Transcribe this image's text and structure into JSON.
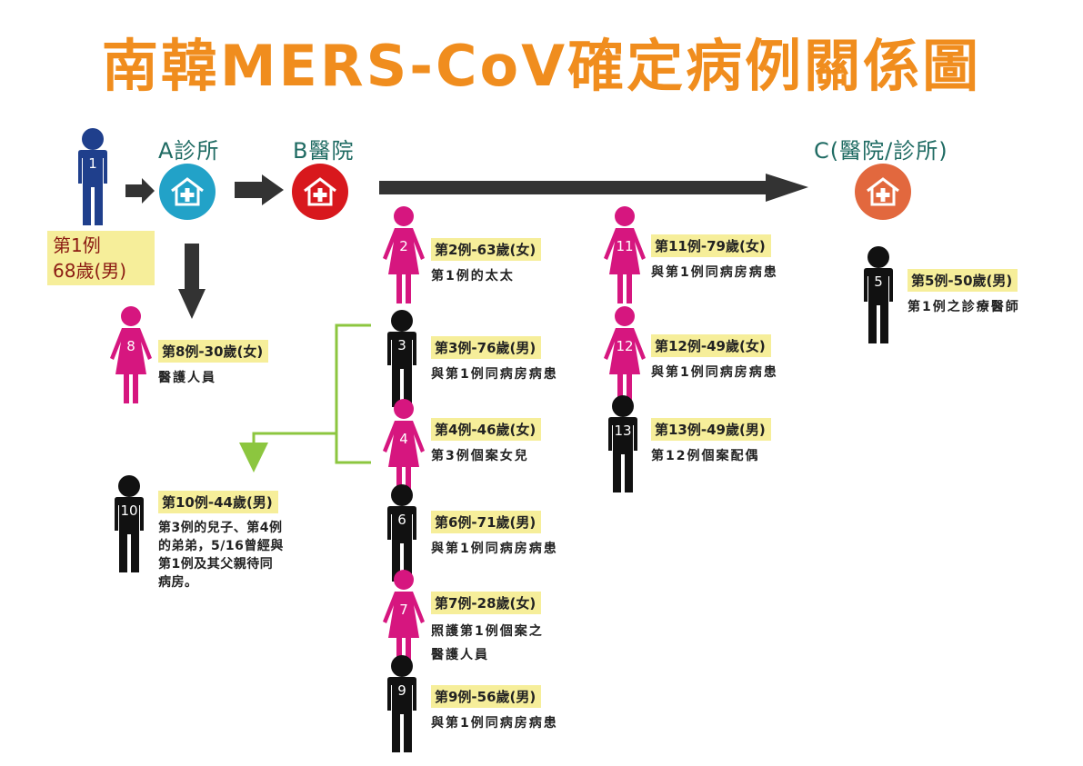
{
  "title": "南韓MERS-CoV確定病例關係圖",
  "colors": {
    "title": "#f08d1e",
    "clinic_a": "#22a2c8",
    "hospital_b": "#d8181d",
    "facility_c": "#e2683e",
    "male_index": "#1f3f8c",
    "male": "#111111",
    "female": "#d6167f",
    "highlight": "#f6ee9a",
    "arrow": "#333333",
    "link_green": "#8cc63f",
    "place_label": "#1f6b63"
  },
  "places": {
    "a": {
      "label": "A診所",
      "icon": "hospital-house-plus-icon"
    },
    "b": {
      "label": "B醫院",
      "icon": "hospital-house-plus-icon"
    },
    "c": {
      "label": "C(醫院/診所)",
      "icon": "hospital-house-plus-icon"
    }
  },
  "case1": {
    "number": "1",
    "gender": "male",
    "line1": "第1例",
    "line2": "68歲(男)"
  },
  "cases": [
    {
      "id": "2",
      "gender": "female",
      "heading": "第2例-63歲(女)",
      "desc": "第1例的太太"
    },
    {
      "id": "3",
      "gender": "male",
      "heading": "第3例-76歲(男)",
      "desc": "與第1例同病房病患"
    },
    {
      "id": "4",
      "gender": "female",
      "heading": "第4例-46歲(女)",
      "desc": "第3例個案女兒"
    },
    {
      "id": "5",
      "gender": "male",
      "heading": "第5例-50歲(男)",
      "desc": "第1例之診療醫師"
    },
    {
      "id": "6",
      "gender": "male",
      "heading": "第6例-71歲(男)",
      "desc": "與第1例同病房病患"
    },
    {
      "id": "7",
      "gender": "female",
      "heading": "第7例-28歲(女)",
      "desc": "照護第1例個案之醫護人員"
    },
    {
      "id": "8",
      "gender": "female",
      "heading": "第8例-30歲(女)",
      "desc": "醫護人員"
    },
    {
      "id": "9",
      "gender": "male",
      "heading": "第9例-56歲(男)",
      "desc": "與第1例同病房病患"
    },
    {
      "id": "10",
      "gender": "male",
      "heading": "第10例-44歲(男)",
      "desc": "第3例的兒子、第4例的弟弟，5/16曾經與第1例及其父親待同病房。"
    },
    {
      "id": "11",
      "gender": "female",
      "heading": "第11例-79歲(女)",
      "desc": "與第1例同病房病患"
    },
    {
      "id": "12",
      "gender": "female",
      "heading": "第12例-49歲(女)",
      "desc": "與第1例同病房病患"
    },
    {
      "id": "13",
      "gender": "male",
      "heading": "第13例-49歲(男)",
      "desc": "第12例個案配偶"
    }
  ],
  "case7_desc_lines": [
    "照護第1例個案之",
    "醫護人員"
  ],
  "case10_desc_lines": [
    "第3例的兒子、第4例",
    "的弟弟，5/16曾經與",
    "第1例及其父親待同",
    "病房。"
  ]
}
